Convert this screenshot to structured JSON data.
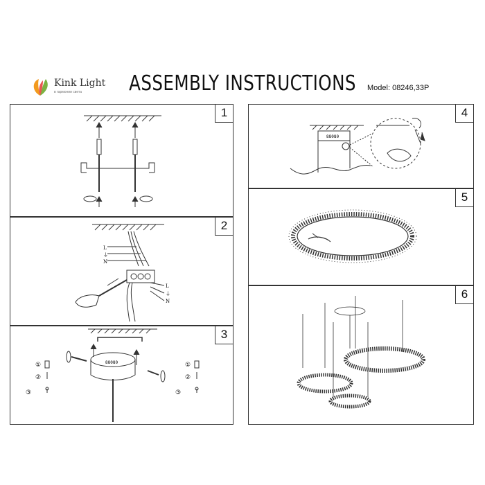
{
  "brand": {
    "name": "Kink Light",
    "tagline": "в гармонии света"
  },
  "document": {
    "title": "ASSEMBLY INSTRUCTIONS",
    "model": "Model: 08246,33P"
  },
  "steps": [
    {
      "number": "1"
    },
    {
      "number": "2",
      "wire_labels": [
        "L",
        "⏚",
        "N"
      ],
      "block_labels": [
        "L",
        "⏚",
        "N"
      ]
    },
    {
      "number": "3",
      "marker_label": "88080",
      "part_labels": [
        "①",
        "②",
        "③"
      ]
    },
    {
      "number": "4",
      "marker_label": "88080"
    },
    {
      "number": "5"
    },
    {
      "number": "6"
    }
  ],
  "colors": {
    "line": "#333333",
    "logo_orange": "#f29a1f",
    "logo_green": "#7cb342",
    "logo_red": "#e53935"
  }
}
